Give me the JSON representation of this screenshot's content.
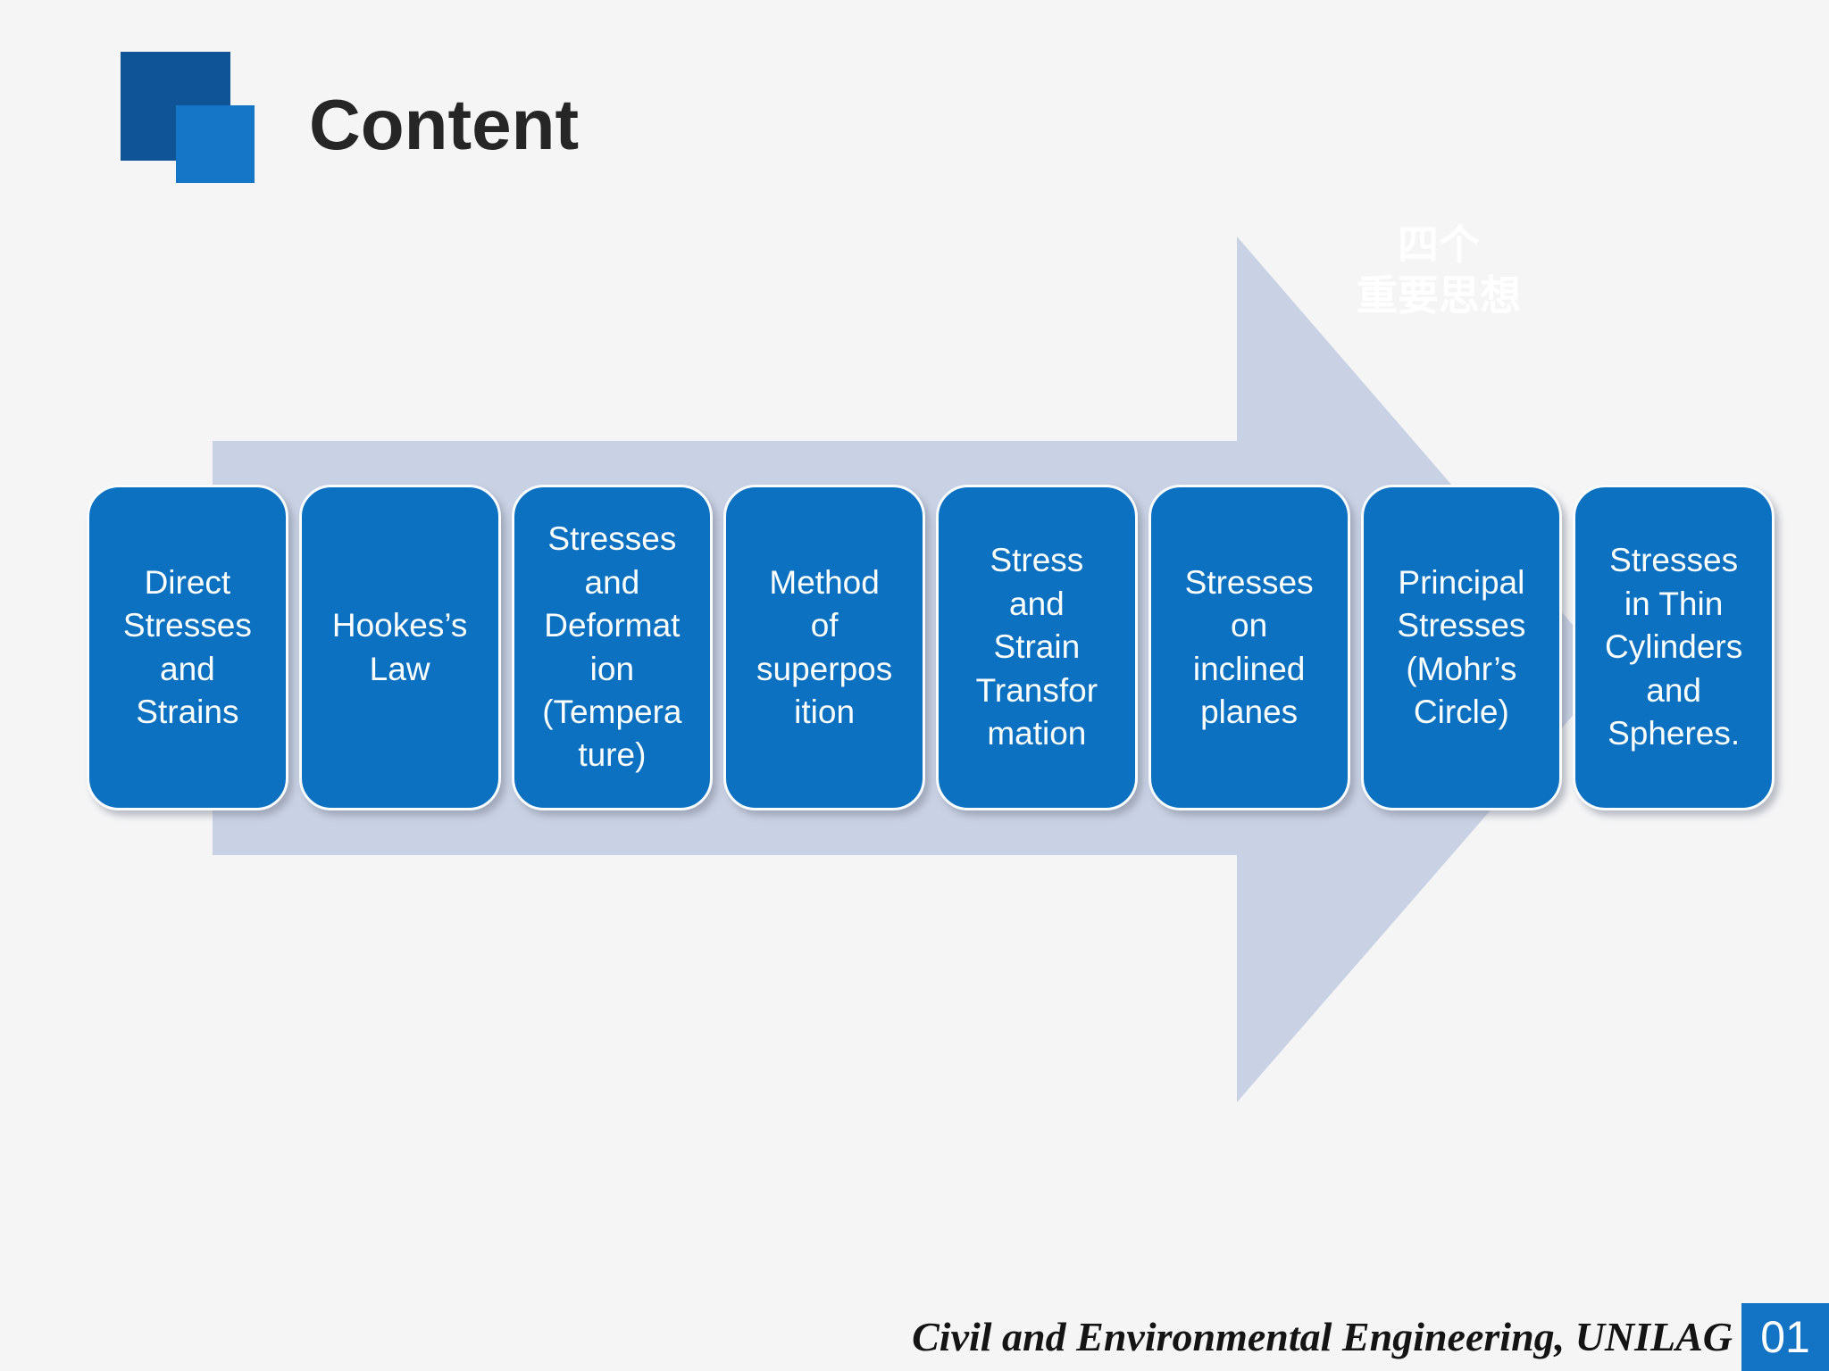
{
  "slide": {
    "title": "Content",
    "annotation": {
      "line1": "四个",
      "line2": "重要思想"
    },
    "steps": [
      {
        "label": "Direct\nStresses\nand\nStrains"
      },
      {
        "label": "Hookes’s\nLaw"
      },
      {
        "label": "Stresses\nand\nDeformat\nion\n(Tempera\nture)"
      },
      {
        "label": "Method\nof\nsuperpos\nition"
      },
      {
        "label": "Stress\nand\nStrain\nTransfor\nmation"
      },
      {
        "label": "Stresses\non\ninclined\nplanes"
      },
      {
        "label": "Principal\nStresses\n(Mohr’s\nCircle)"
      },
      {
        "label": "Stresses\nin Thin\nCylinders\nand\nSpheres."
      }
    ],
    "footer": {
      "text": "Civil and Environmental Engineering, UNILAG",
      "page_number": "01"
    },
    "colors": {
      "background": "#f5f5f6",
      "box_blue": "#0b71c0",
      "arrow": "#c9d2e4",
      "logo_dark": "#0f5496",
      "logo_light": "#1576c8",
      "page_box_blue": "#1373c4",
      "title_text": "#262626"
    }
  }
}
